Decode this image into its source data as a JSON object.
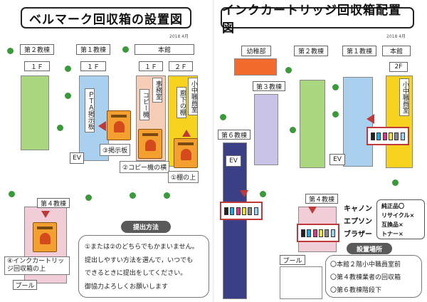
{
  "left": {
    "title": "ベルマーク回収箱の設置図",
    "date": "2018 4月",
    "buildings": {
      "b2": "第２教棟",
      "b1": "第１教棟",
      "main": "本館",
      "b4": "第４教棟",
      "pool": "プール",
      "ev": "EV"
    },
    "floors": {
      "b2": "１Ｆ",
      "b1": "１Ｆ",
      "main1": "１Ｆ",
      "main2": "２Ｆ"
    },
    "vertical": {
      "pta_board": "ＰＴＡ掲示板",
      "copier": "コピー機",
      "office": "事務室",
      "staff_room": "小中職員室",
      "shelf": "廊下の棚"
    },
    "bins": {
      "b3": "③掲示板",
      "b2": "②コピー機の横",
      "b1": "①棚の上",
      "b4": "④インクカートリッジ回収箱の上"
    },
    "how_title": "提出方法",
    "how_lines": [
      "①または②のどちらでもかまいません。",
      "提出しやすい方法を選んで，いつでも",
      "できるときに提出をしてください。",
      "御協力よろしくお願いします"
    ]
  },
  "right": {
    "title": "インクカートリッジ回収箱配置図",
    "date": "2018 4月",
    "buildings": {
      "kinder": "幼稚部",
      "b2": "第２教棟",
      "b1": "第１教棟",
      "main": "本館",
      "b3": "第３教棟",
      "b6": "第６教棟",
      "b4": "第４教棟",
      "pool": "プール",
      "ev1": "EV",
      "ev2": "EV"
    },
    "floors": {
      "main2": "2F"
    },
    "vertical": {
      "staff_room": "小中職員室"
    },
    "makers": [
      "キャノン",
      "エプソン",
      "ブラザー"
    ],
    "legend": [
      "純正品〇",
      "リサイクル×",
      "互換品×",
      "トナー×"
    ],
    "places_title": "設置場所",
    "places": [
      "〇本館２階小中職員室前",
      "〇第４教棟業者の回収箱",
      "〇第６教棟階段下"
    ]
  },
  "colors": {
    "green": "#a9d67e",
    "blue": "#a9d0ef",
    "peach": "#f6cdb6",
    "yellow": "#f7d21e",
    "pink": "#f1cdd7",
    "orange": "#f26a2e",
    "purple": "#c9c4e7",
    "navy": "#3b3f86",
    "red": "#c0393a"
  }
}
